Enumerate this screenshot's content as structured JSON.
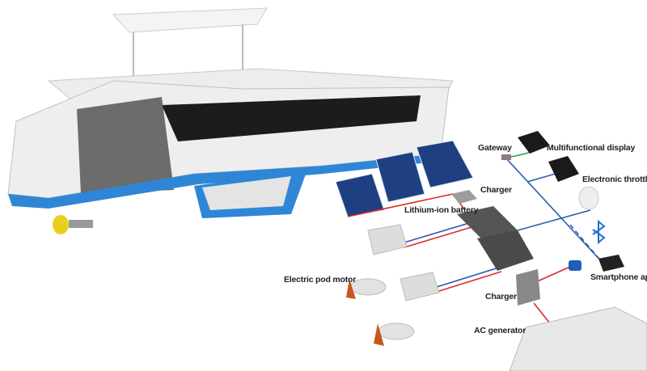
{
  "labels": {
    "gateway": "Gateway",
    "multifunctional_display": "Multifunctional display",
    "electronic_throttle": "Electronic throttle",
    "charger_solar": "Charger",
    "lithium_ion_battery": "Lithium-ion battery",
    "electric_pod_motor": "Electric pod motor",
    "smartphone_app": "Smartphone app",
    "charger_ac": "Charger",
    "ac_generator": "AC generator"
  },
  "colors": {
    "dc_positive": "#e0262a",
    "dc_negative": "#2856a8",
    "data_link": "#2e5cae",
    "nmea_link": "#3aa04a",
    "hull_stripe": "#2f86d6",
    "propeller": "#c8561e",
    "bluetooth": "#1f6fd0"
  },
  "icons": [
    "bluetooth-icon"
  ]
}
